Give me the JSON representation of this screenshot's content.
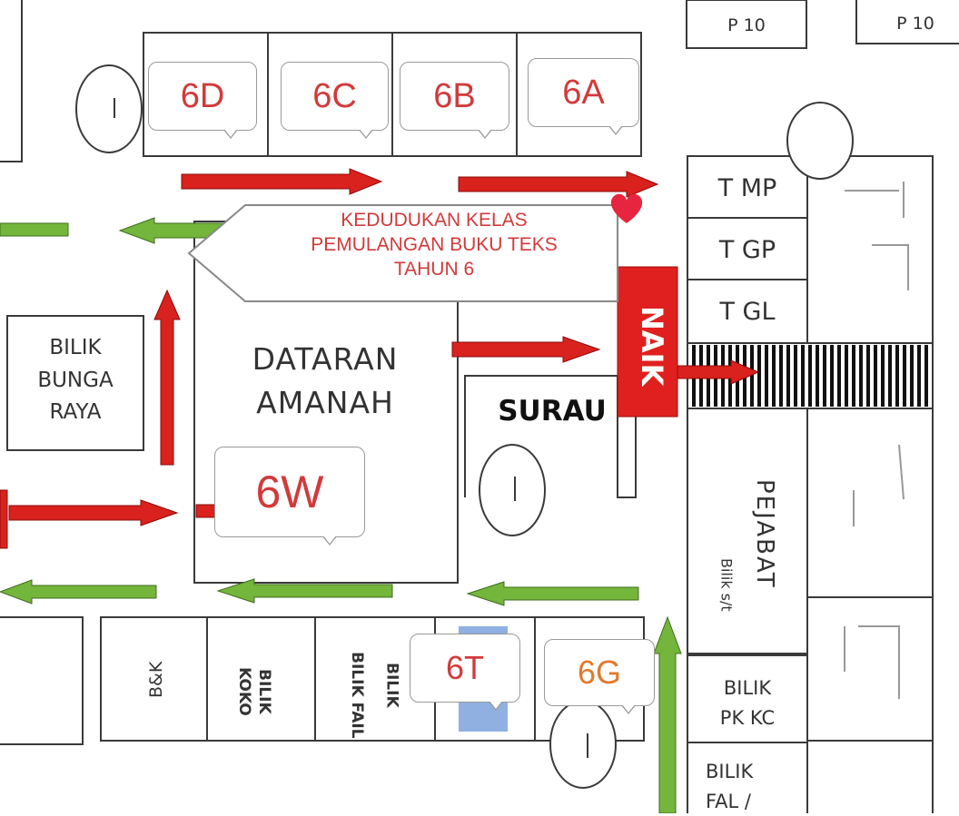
{
  "classes": {
    "d": "6D",
    "c": "6C",
    "b": "6B",
    "a": "6A",
    "w": "6W",
    "t": "6T",
    "g": "6G"
  },
  "banner": {
    "line1": "KEDUDUKAN KELAS",
    "line2": "PEMULANGAN BUKU TEKS",
    "line3": "TAHUN 6"
  },
  "rooms": {
    "p10_left": "P 10",
    "p10_right": "P 10",
    "tmp": "T MP",
    "tgp": "T GP",
    "tgl": "T GL",
    "bilik_bunga_raya_1": "BILIK",
    "bilik_bunga_raya_2": "BUNGA",
    "bilik_bunga_raya_3": "RAYA",
    "dataran_1": "DATARAN",
    "dataran_2": "AMANAH",
    "surau": "SURAU",
    "naik": "NAIK",
    "pejabat": "PEJABAT",
    "bilik_sb": "Bilik s/t",
    "bilik_pkkc_1": "BILIK",
    "bilik_pkkc_2": "PK KC",
    "bilik_fal_1": "BILIK",
    "bilik_fal_2": "FAL /",
    "bk": "B&K",
    "bilik_koko": "BILIK KOKO",
    "bilik_fail": "BILIK FAIL",
    "bilik_4": "BILIK"
  },
  "colors": {
    "red": "#d9211e",
    "green": "#74b53b",
    "callout_text": "#d23a3a",
    "orange": "#e07a2e",
    "blue_box": "#8fb0e0"
  }
}
